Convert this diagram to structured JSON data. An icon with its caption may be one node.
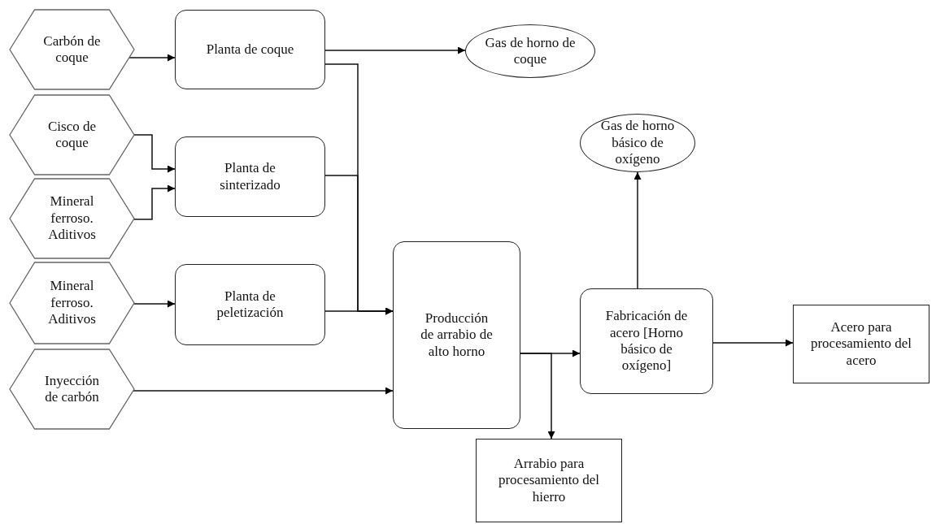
{
  "diagram": {
    "nodes": [
      {
        "text": [
          "Carbón de coque"
        ]
      },
      {
        "text": [
          "Planta de  coque"
        ]
      },
      {
        "text": [
          "Gas de horno de coque"
        ]
      },
      {
        "text": [
          "Cisco de coque"
        ]
      },
      {
        "text": [
          "Mineral ferroso. Aditivos"
        ]
      },
      {
        "text": [
          "Planta de sinterizado"
        ]
      },
      {
        "text": [
          "Mineral ferroso. Aditivos"
        ]
      },
      {
        "text": [
          "Planta de peletización"
        ]
      },
      {
        "text": [
          "Inyección de carbón"
        ]
      },
      {
        "text": [
          "Producción de arrabio de alto horno"
        ]
      },
      {
        "text": [
          "Gas de horno básico de oxígeno"
        ]
      },
      {
        "text": [
          "Fabricación de acero [Horno básico de oxígeno]"
        ]
      },
      {
        "text": [
          "Acero para procesamiento del acero"
        ]
      },
      {
        "text": [
          "Arrabio para procesamiento del hierro"
        ]
      }
    ],
    "edges": [
      {
        "from": 0,
        "to": 1,
        "arrow": "to"
      },
      {
        "from": 1,
        "to": 2,
        "arrow": "to"
      },
      {
        "from": 1,
        "to": 9,
        "arrow": "to"
      },
      {
        "from": 3,
        "to": 5,
        "arrow": "to"
      },
      {
        "from": 4,
        "to": 5,
        "arrow": "to"
      },
      {
        "from": 5,
        "to": 9,
        "arrow": "to"
      },
      {
        "from": 6,
        "to": 7,
        "arrow": "to"
      },
      {
        "from": 7,
        "to": 9,
        "arrow": "to"
      },
      {
        "from": 8,
        "to": 9,
        "arrow": "to"
      },
      {
        "from": 9,
        "to": 11,
        "arrow": "to"
      },
      {
        "from": 9,
        "to": 13,
        "arrow": "to"
      },
      {
        "from": 11,
        "to": 10,
        "arrow": "to"
      },
      {
        "from": 11,
        "to": 12,
        "arrow": "to"
      }
    ]
  }
}
